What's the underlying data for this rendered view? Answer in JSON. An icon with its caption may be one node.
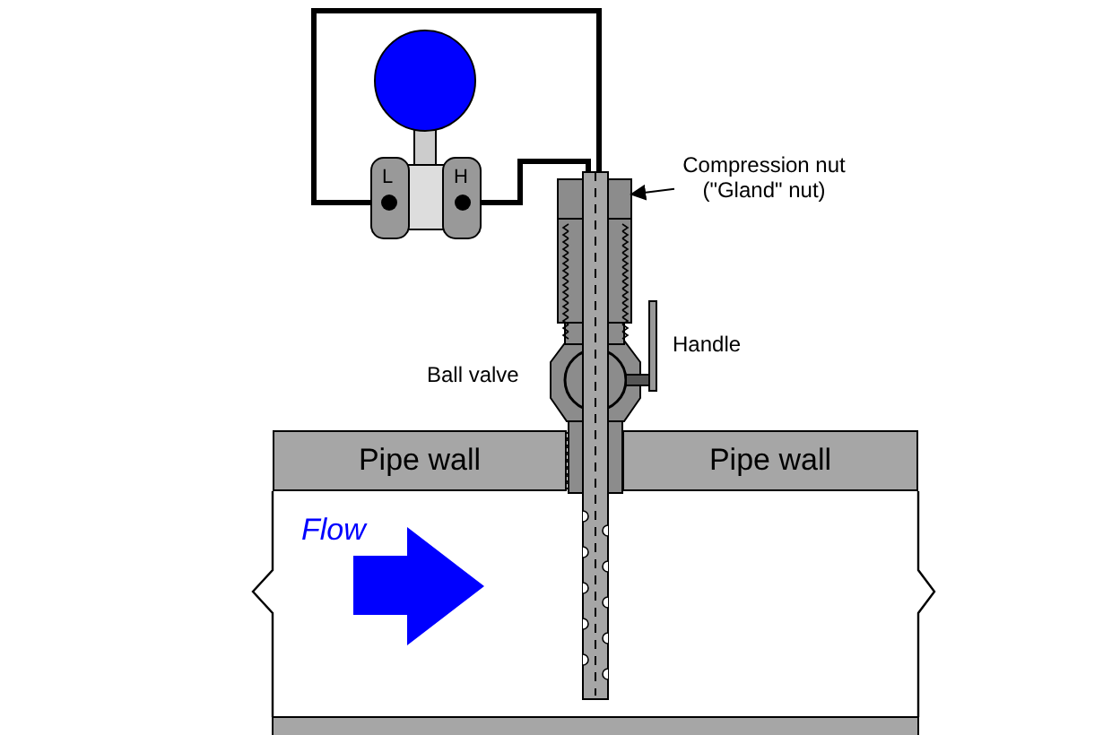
{
  "diagram": {
    "nodes": [
      {
        "text": [
          "Pipe wall"
        ]
      },
      {
        "text": [
          "Pipe wall"
        ]
      },
      {
        "text": [
          "Compression nut (\"Gland\" nut)"
        ]
      },
      {
        "text": [],
        "shape": "box"
      }
    ],
    "edges": [
      {
        "from": 2,
        "to": 3,
        "arrow": "to"
      }
    ],
    "labels": [
      "L",
      "H",
      "Handle",
      "Ball valve",
      "Flow"
    ]
  }
}
